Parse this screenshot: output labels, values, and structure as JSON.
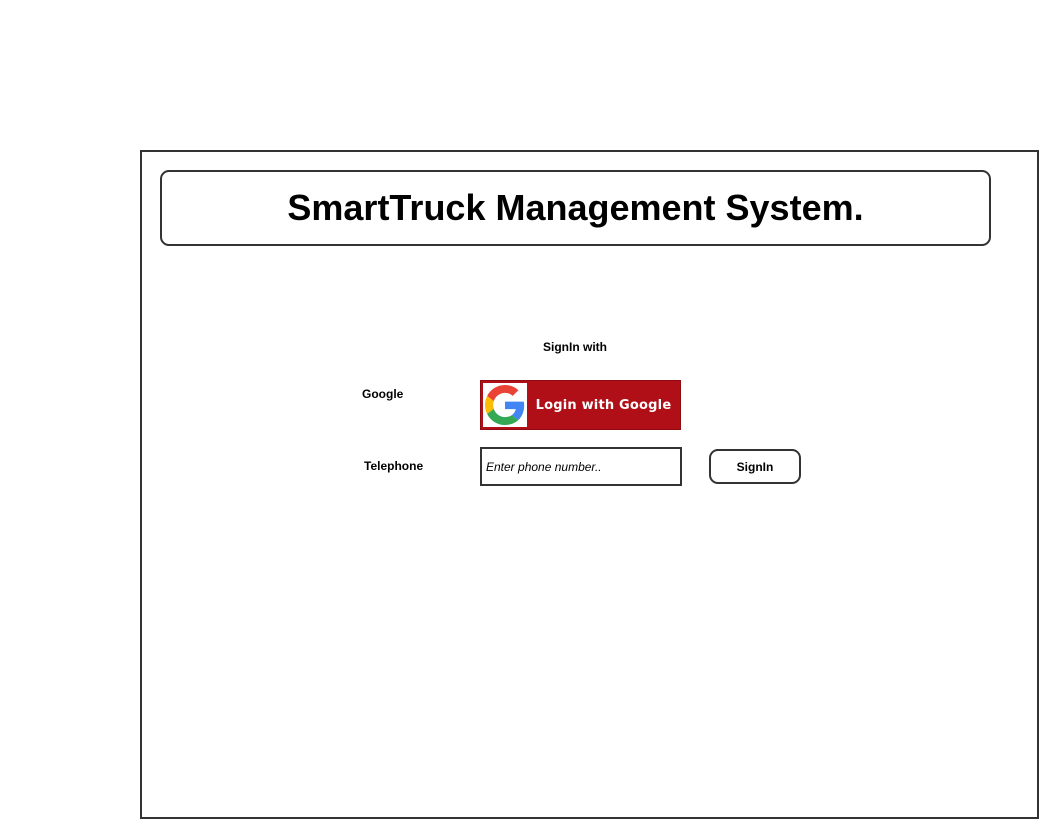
{
  "header": {
    "title": "SmartTruck Management System."
  },
  "signin": {
    "heading": "SignIn with",
    "google_label": "Google",
    "google_button_text": "Login with Google",
    "google_button_color": "#b00f17",
    "telephone_label": "Telephone",
    "phone_placeholder": "Enter phone number..",
    "signin_button_label": "SignIn"
  },
  "icons": {
    "google": "google-g-logo"
  }
}
